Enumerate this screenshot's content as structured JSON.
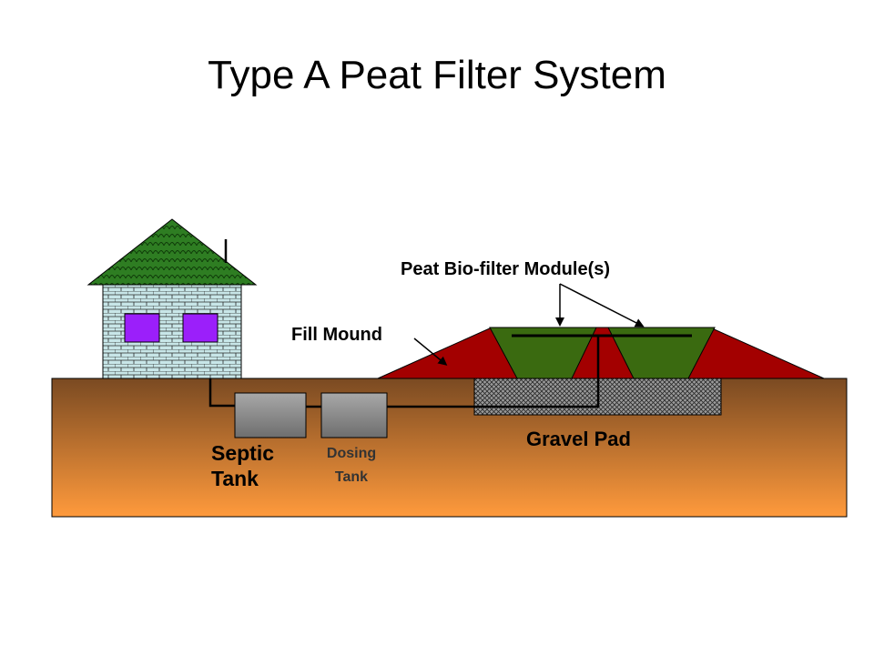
{
  "title": "Type A Peat Filter System",
  "labels": {
    "peat_module": "Peat Bio-filter Module(s)",
    "fill_mound": "Fill Mound",
    "gravel_pad": "Gravel Pad",
    "septic_line1": "Septic",
    "septic_line2": "Tank",
    "dosing_line1": "Dosing",
    "dosing_line2": "Tank"
  },
  "colors": {
    "roof": "#2e7d22",
    "wall": "#c8e6e8",
    "window": "#9b1ffa",
    "soil_top": "#7a4a22",
    "soil_bottom": "#ff9a3c",
    "mound": "#a30000",
    "peat_module": "#3a6a10",
    "gravel": "#9a9a9a",
    "tank": "#8a8a8a"
  }
}
